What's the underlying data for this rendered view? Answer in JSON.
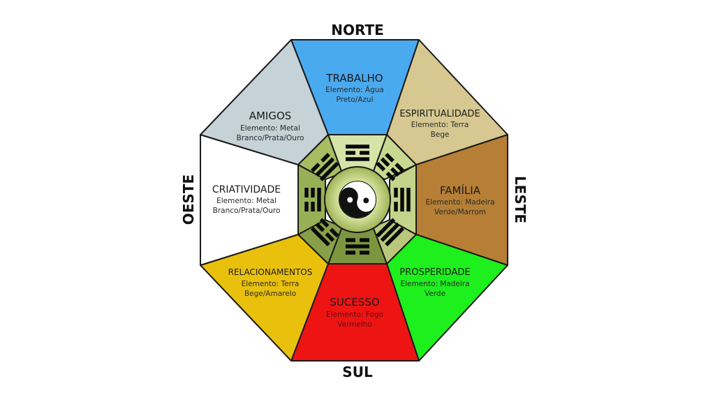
{
  "directions": {
    "north": "NORTE",
    "south": "SUL",
    "east": "LESTE",
    "west": "OESTE"
  },
  "sectors": {
    "trabalho": {
      "title": "TRABALHO",
      "element": "Elemento: Água",
      "colors": "Preto/Azul",
      "fill": "#4aaaf0"
    },
    "espiritualidade": {
      "title": "ESPIRITUALIDADE",
      "element": "Elemento: Terra",
      "colors": "Bege",
      "fill": "#d6c890"
    },
    "familia": {
      "title": "FAMÍLIA",
      "element": "Elemento: Madeira",
      "colors": "Verde/Marrom",
      "fill": "#b67f35"
    },
    "prosperidade": {
      "title": "PROSPERIDADE",
      "element": "Elemento: Madeira",
      "colors": "Verde",
      "fill": "#1ef01e"
    },
    "sucesso": {
      "title": "SUCESSO",
      "element": "Elemento: Fogo",
      "colors": "Vermelho",
      "fill": "#ee1414"
    },
    "relacionamentos": {
      "title": "RELACIONAMENTOS",
      "element": "Elemento: Terra",
      "colors": "Bege/Amarelo",
      "fill": "#e9c10c"
    },
    "criatividade": {
      "title": "CRIATIVIDADE",
      "element": "Elemento: Metal",
      "colors": "Branco/Prata/Ouro",
      "fill": "#ffffff"
    },
    "amigos": {
      "title": "AMIGOS",
      "element": "Elemento: Metal",
      "colors": "Branco/Prata/Ouro",
      "fill": "#c5d2d8"
    }
  },
  "trigrams": {
    "north": [
      1,
      0,
      1
    ],
    "northeast": [
      0,
      0,
      0
    ],
    "east": [
      1,
      1,
      0
    ],
    "southeast": [
      1,
      1,
      1
    ],
    "south": [
      0,
      1,
      0
    ],
    "southwest": [
      1,
      0,
      0
    ],
    "west": [
      0,
      0,
      1
    ],
    "northwest": [
      0,
      1,
      1
    ]
  },
  "center": {
    "symbol": "yin-yang"
  }
}
